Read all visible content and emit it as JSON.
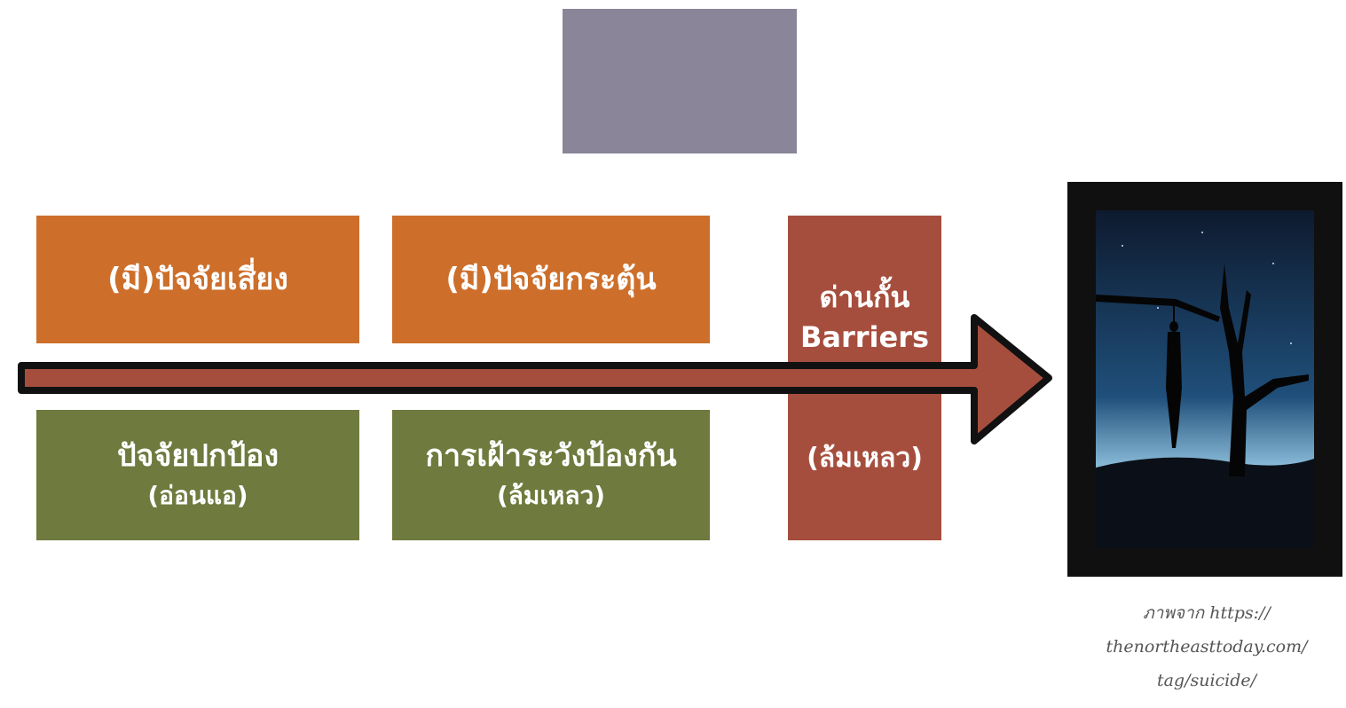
{
  "boxes": {
    "risk": {
      "label": "(มี)ปัจจัยเสี่ยง"
    },
    "trigger": {
      "label": "(มี)ปัจจัยกระตุ้น"
    },
    "protect": {
      "label": "ปัจจัยปกป้อง",
      "sub": "(อ่อนแอ)"
    },
    "surveil": {
      "label": "การเฝ้าระวังป้องกัน",
      "sub": "(ล้มเหลว)"
    },
    "barrier": {
      "label_line1": "ด่านกั้น",
      "label_line2": "Barriers",
      "sub": "(ล้มเหลว)"
    }
  },
  "colors": {
    "risk_factor": "#cd6f2b",
    "protective_factor": "#6e7a3e",
    "barrier": "#a64e3e",
    "top_box": "#8a8599"
  },
  "image": {
    "icon": "hanging-silhouette-tree-night-sky"
  },
  "caption": {
    "line1": "ภาพจาก https://",
    "line2": "thenortheasttoday.com/",
    "line3": "tag/suicide/"
  }
}
